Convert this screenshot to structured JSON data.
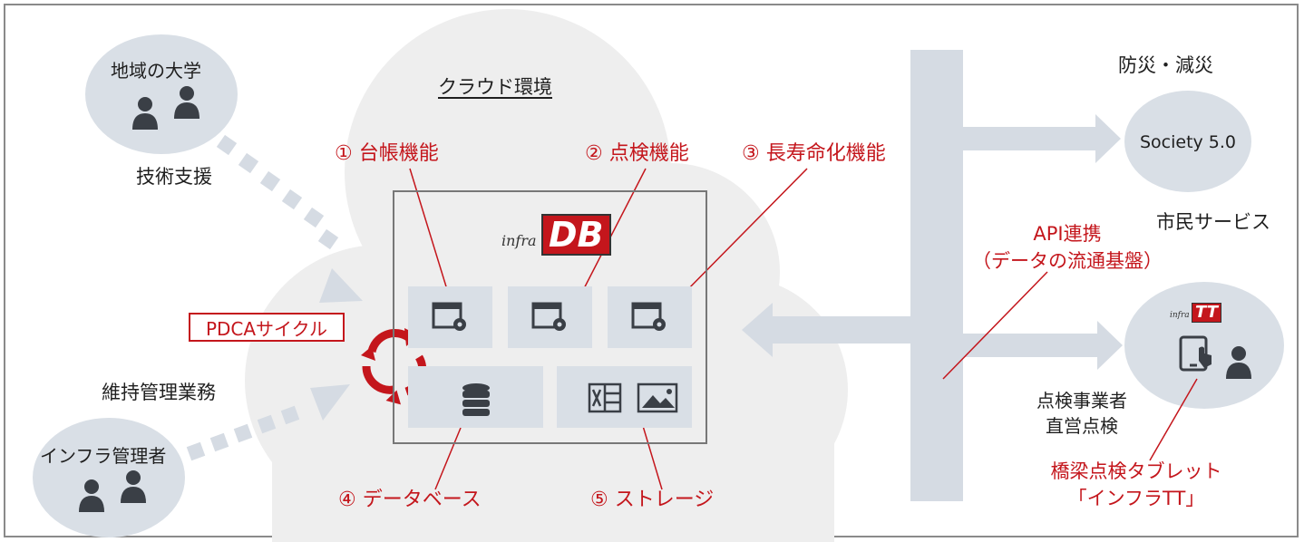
{
  "labels": {
    "university": "地域の大学",
    "tech_support": "技術支援",
    "maintenance_work": "維持管理業務",
    "infra_manager": "インフラ管理者",
    "cloud_env": "クラウド環境",
    "f1": "① 台帳機能",
    "f2": "② 点検機能",
    "f3": "③ 長寿命化機能",
    "f4": "④ データベース",
    "f5": "⑤ ストレージ",
    "pdca": "PDCAサイクル",
    "disaster": "防災・減災",
    "society": "Society 5.0",
    "citizen": "市民サービス",
    "api_line1": "API連携",
    "api_line2": "（データの流通基盤）",
    "inspector_line1": "点検事業者",
    "inspector_line2": "直営点検",
    "tablet_line1": "橋梁点検タブレット",
    "tablet_line2": "「インフラTT」"
  },
  "logos": {
    "infra_db_prefix": "infra",
    "infra_db_mark": "DB",
    "infra_tt_prefix": "infra",
    "infra_tt_mark": "TT"
  },
  "colors": {
    "accent_red": "#c4161c",
    "node_fill": "#d9dfe6",
    "cloud_fill": "#eeeeee",
    "icon_dark": "#3a3f46",
    "arrow_fill": "#d5dbe3"
  },
  "icons": {
    "app_settings": "app-settings-icon",
    "database": "database-icon",
    "excel": "excel-file-icon",
    "image": "image-icon",
    "person": "person-icon",
    "cycle": "cycle-arrows-icon",
    "tablet": "tablet-touch-icon"
  }
}
